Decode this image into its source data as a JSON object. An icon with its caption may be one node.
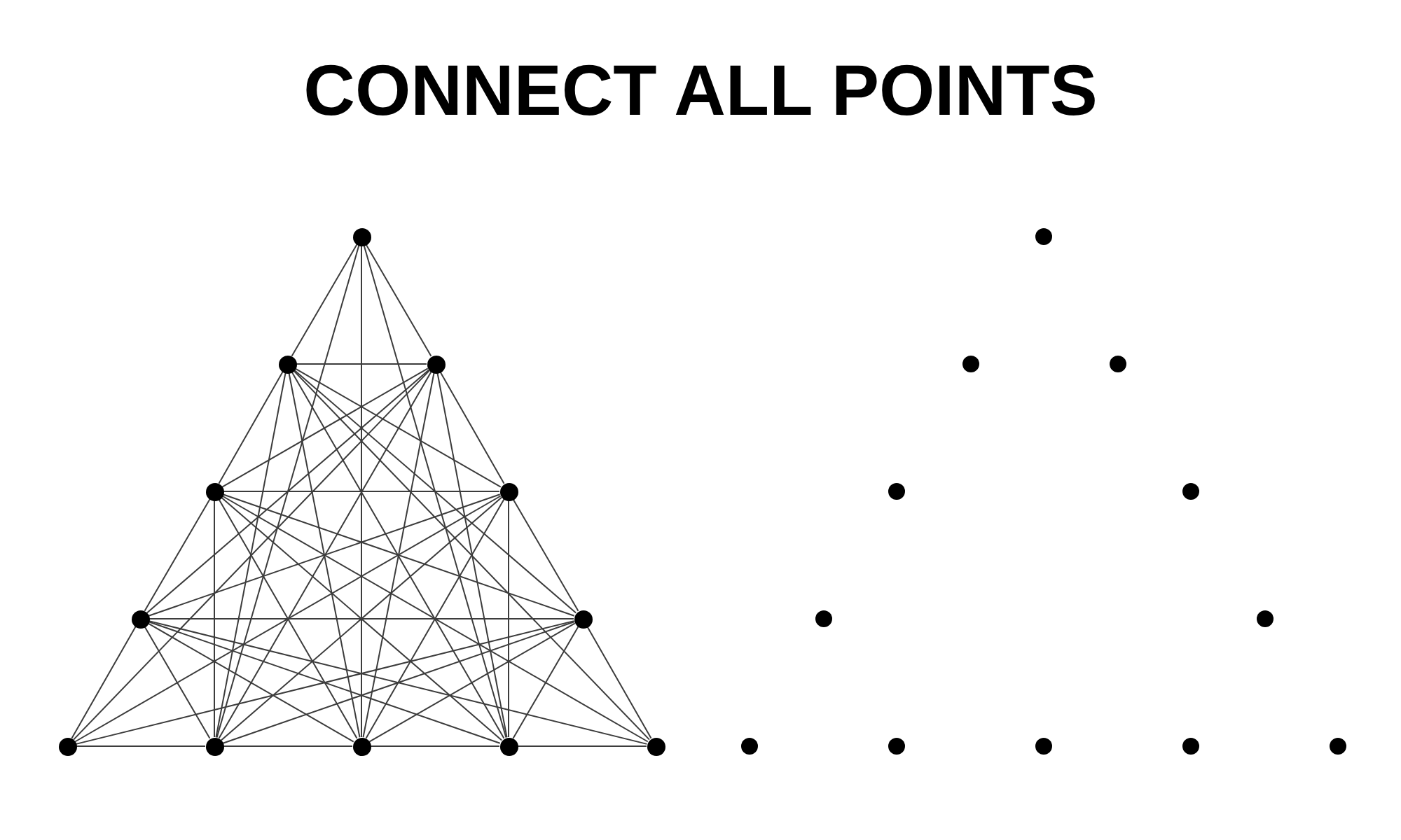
{
  "diagram": {
    "title": "CONNECT ALL POINTS",
    "nodes": [
      {
        "text": [],
        "shape": "circle"
      },
      {
        "text": [],
        "shape": "circle"
      },
      {
        "text": [],
        "shape": "circle"
      },
      {
        "text": [],
        "shape": "circle"
      },
      {
        "text": [],
        "shape": "circle"
      },
      {
        "text": [],
        "shape": "circle"
      },
      {
        "text": [],
        "shape": "circle"
      },
      {
        "text": [],
        "shape": "circle"
      },
      {
        "text": [],
        "shape": "circle"
      },
      {
        "text": [],
        "shape": "circle"
      },
      {
        "text": [],
        "shape": "circle"
      },
      {
        "text": [],
        "shape": "circle"
      },
      {
        "text": [],
        "shape": "circle"
      },
      {
        "text": [],
        "shape": "circle"
      },
      {
        "text": [],
        "shape": "circle"
      },
      {
        "text": [],
        "shape": "circle"
      },
      {
        "text": [],
        "shape": "circle"
      },
      {
        "text": [],
        "shape": "circle"
      },
      {
        "text": [],
        "shape": "circle"
      },
      {
        "text": [],
        "shape": "circle"
      },
      {
        "text": [],
        "shape": "circle"
      },
      {
        "text": [],
        "shape": "circle"
      },
      {
        "text": [],
        "shape": "circle"
      },
      {
        "text": [],
        "shape": "circle"
      }
    ],
    "edges": [
      {
        "from": 0,
        "to": 1,
        "arrow": "none"
      },
      {
        "from": 0,
        "to": 2,
        "arrow": "none"
      },
      {
        "from": 0,
        "to": 8,
        "arrow": "none"
      },
      {
        "from": 0,
        "to": 9,
        "arrow": "none"
      },
      {
        "from": 0,
        "to": 10,
        "arrow": "none"
      },
      {
        "from": 1,
        "to": 2,
        "arrow": "none"
      },
      {
        "from": 1,
        "to": 3,
        "arrow": "none"
      },
      {
        "from": 1,
        "to": 4,
        "arrow": "none"
      },
      {
        "from": 1,
        "to": 6,
        "arrow": "none"
      },
      {
        "from": 1,
        "to": 8,
        "arrow": "none"
      },
      {
        "from": 1,
        "to": 9,
        "arrow": "none"
      },
      {
        "from": 1,
        "to": 10,
        "arrow": "none"
      },
      {
        "from": 1,
        "to": 11,
        "arrow": "none"
      },
      {
        "from": 2,
        "to": 3,
        "arrow": "none"
      },
      {
        "from": 2,
        "to": 4,
        "arrow": "none"
      },
      {
        "from": 2,
        "to": 5,
        "arrow": "none"
      },
      {
        "from": 2,
        "to": 7,
        "arrow": "none"
      },
      {
        "from": 2,
        "to": 8,
        "arrow": "none"
      },
      {
        "from": 2,
        "to": 9,
        "arrow": "none"
      },
      {
        "from": 2,
        "to": 10,
        "arrow": "none"
      },
      {
        "from": 3,
        "to": 4,
        "arrow": "none"
      },
      {
        "from": 3,
        "to": 5,
        "arrow": "none"
      },
      {
        "from": 3,
        "to": 6,
        "arrow": "none"
      },
      {
        "from": 3,
        "to": 8,
        "arrow": "none"
      },
      {
        "from": 3,
        "to": 9,
        "arrow": "none"
      },
      {
        "from": 3,
        "to": 10,
        "arrow": "none"
      },
      {
        "from": 3,
        "to": 11,
        "arrow": "none"
      },
      {
        "from": 4,
        "to": 5,
        "arrow": "none"
      },
      {
        "from": 4,
        "to": 6,
        "arrow": "none"
      },
      {
        "from": 4,
        "to": 7,
        "arrow": "none"
      },
      {
        "from": 4,
        "to": 8,
        "arrow": "none"
      },
      {
        "from": 4,
        "to": 9,
        "arrow": "none"
      },
      {
        "from": 4,
        "to": 10,
        "arrow": "none"
      },
      {
        "from": 5,
        "to": 6,
        "arrow": "none"
      },
      {
        "from": 5,
        "to": 7,
        "arrow": "none"
      },
      {
        "from": 5,
        "to": 8,
        "arrow": "none"
      },
      {
        "from": 5,
        "to": 9,
        "arrow": "none"
      },
      {
        "from": 5,
        "to": 10,
        "arrow": "none"
      },
      {
        "from": 5,
        "to": 11,
        "arrow": "none"
      },
      {
        "from": 6,
        "to": 7,
        "arrow": "none"
      },
      {
        "from": 6,
        "to": 8,
        "arrow": "none"
      },
      {
        "from": 6,
        "to": 9,
        "arrow": "none"
      },
      {
        "from": 6,
        "to": 10,
        "arrow": "none"
      },
      {
        "from": 6,
        "to": 11,
        "arrow": "none"
      },
      {
        "from": 7,
        "to": 8,
        "arrow": "none"
      },
      {
        "from": 8,
        "to": 9,
        "arrow": "none"
      },
      {
        "from": 9,
        "to": 10,
        "arrow": "none"
      },
      {
        "from": 10,
        "to": 11,
        "arrow": "none"
      }
    ]
  }
}
